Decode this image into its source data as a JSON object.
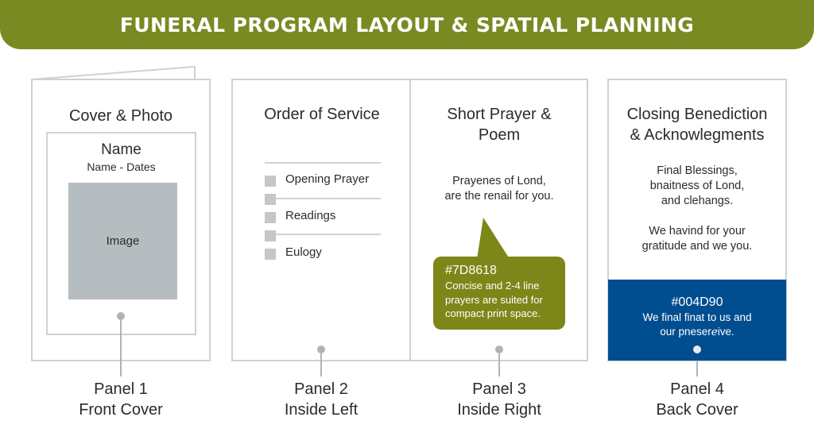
{
  "header": {
    "title": "FUNERAL PROGRAM LAYOUT & SPATIAL PLANNING"
  },
  "panel1": {
    "heading": "Cover & Photo",
    "name": "Name",
    "name_dates": "Name - Dates",
    "image_placeholder": "Image",
    "caption_line1": "Panel 1",
    "caption_line2": "Front Cover"
  },
  "panel2": {
    "heading": "Order of Service",
    "items": [
      {
        "label": "Opening Prayer"
      },
      {
        "label": ""
      },
      {
        "label": "Readings"
      },
      {
        "label": ""
      },
      {
        "label": "Eulogy"
      }
    ],
    "caption_line1": "Panel 2",
    "caption_line2": "Inside Left"
  },
  "panel3": {
    "heading_line1": "Short Prayer &",
    "heading_line2": "Poem",
    "body_line1": "Prayenes of Lond,",
    "body_line2": "are the renail for you.",
    "callout": {
      "hex": "#7D8618",
      "line1": "Concise and 2-4 line",
      "line2": "prayers are suited for",
      "line3": "compact print space."
    },
    "caption_line1": "Panel 3",
    "caption_line2": "Inside Right"
  },
  "panel4": {
    "heading_line1": "Closing Benediction",
    "heading_line2": "& Acknowlegments",
    "body_line1": "Final Blessings,",
    "body_line2": "bnaitness of Lond,",
    "body_line3": "and clehangs.",
    "body_line4": "We havind for your",
    "body_line5": "gratitude and we you.",
    "navy_block": {
      "hex": "#004D90",
      "line1": "We final finat to us and",
      "line2": "our pneserℯive."
    },
    "caption_line1": "Panel 4",
    "caption_line2": "Back Cover"
  },
  "colors": {
    "banner": "#7a8a22",
    "olive_callout": "#7D8618",
    "navy_block": "#004D90",
    "border": "#cfd1d3",
    "image_placeholder": "#b6bdc1"
  }
}
